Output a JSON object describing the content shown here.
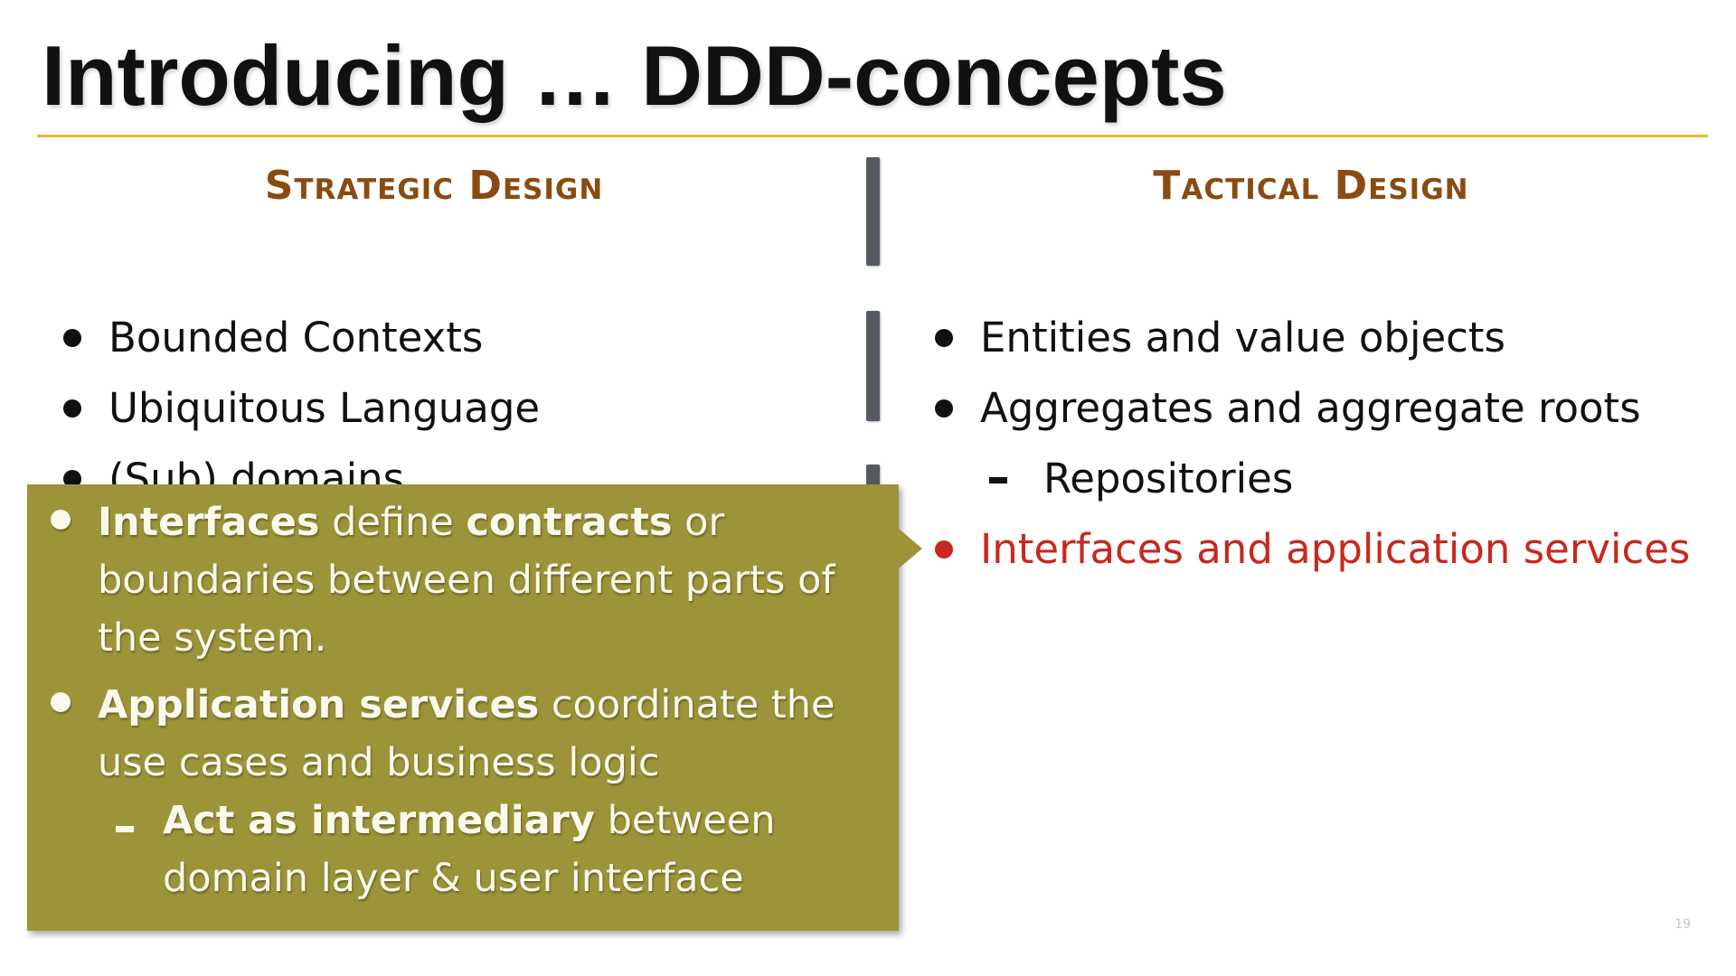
{
  "slide": {
    "title": "Introducing … DDD-concepts",
    "page_number": "19"
  },
  "strategic": {
    "heading": "Strategic Design",
    "items": [
      "Bounded Contexts",
      "Ubiquitous Language",
      "(Sub) domains"
    ]
  },
  "tactical": {
    "heading": "Tactical Design",
    "items": [
      "Entities and value objects",
      "Aggregates and aggregate roots",
      "Repositories",
      "Interfaces and application services"
    ]
  },
  "callout": {
    "item1": {
      "bold_a": "Interfaces",
      "text_a": " define ",
      "bold_b": "contracts",
      "text_b": " or boundaries between different parts of the system."
    },
    "item2": {
      "bold": "Application services",
      "text": " coordinate the use cases and business logic"
    },
    "item3": {
      "bold": "Act as intermediary",
      "text": " between domain layer & user interface"
    }
  },
  "colors": {
    "title_rule": "#e5b92d",
    "heading": "#8a4b10",
    "highlight": "#c8281e",
    "callout_bg": "#9d943a"
  }
}
